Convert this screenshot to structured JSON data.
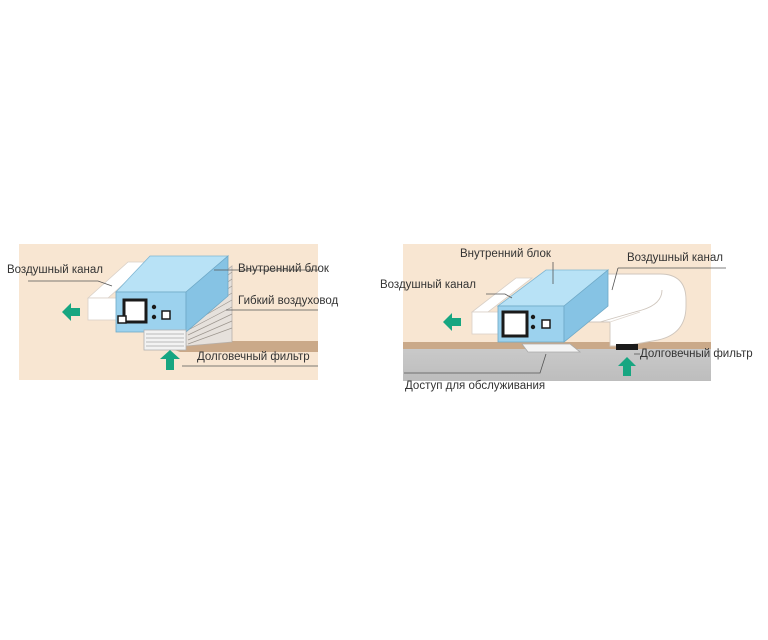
{
  "left_diagram": {
    "labels": {
      "air_duct": "Воздушный канал",
      "indoor_unit": "Внутренний блок",
      "flexible_duct": "Гибкий воздуховод",
      "durable_filter": "Долговечный фильтр"
    }
  },
  "right_diagram": {
    "labels": {
      "indoor_unit": "Внутренний блок",
      "air_duct_left": "Воздушный канал",
      "air_duct_right": "Воздушный канал",
      "durable_filter": "Долговечный фильтр",
      "service_access": "Доступ для обслуживания"
    }
  },
  "colors": {
    "panel_bg": "#f8e6d2",
    "unit_blue": "#9cd2ee",
    "duct_white": "#ffffff",
    "arrow_green": "#17a681",
    "ceiling_tan": "#caa989",
    "floor_gray": "#c6c6c6"
  }
}
